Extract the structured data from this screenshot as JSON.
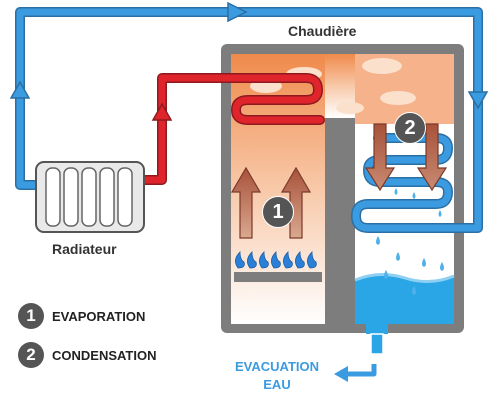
{
  "boiler": {
    "title": "Chaudière"
  },
  "radiator": {
    "label": "Radiateur"
  },
  "steps": [
    {
      "number": "1",
      "label": "EVAPORATION"
    },
    {
      "number": "2",
      "label": "CONDENSATION"
    }
  ],
  "drain": {
    "line1": "EVACUATION",
    "line2": "EAU"
  },
  "colors": {
    "cold_pipe": "#3b9be0",
    "hot_pipe": "#e0242c",
    "water": "#2aa6e6",
    "boiler_frame": "#7d7d7d",
    "badge": "#555555",
    "drain_text": "#3b9be0"
  }
}
